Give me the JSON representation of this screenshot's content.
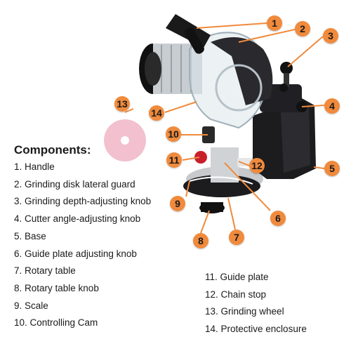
{
  "diagram": {
    "heading": "Components:",
    "callouts": [
      "1",
      "2",
      "3",
      "4",
      "5",
      "6",
      "7",
      "8",
      "9",
      "10",
      "11",
      "12",
      "13",
      "14"
    ],
    "components_left": [
      "1. Handle",
      "2. Grinding disk lateral guard",
      "3. Grinding depth-adjusting knob",
      "4. Cutter angle-adjusting knob",
      "5. Base",
      "6. Guide plate adjusting knob",
      "7. Rotary table",
      "8. Rotary table knob",
      "9. Scale",
      "10. Controlling Cam"
    ],
    "components_right": [
      "11. Guide plate",
      "12. Chain stop",
      "13. Grinding wheel",
      "14. Protective enclosure"
    ],
    "colors": {
      "badge": "#f08a3c",
      "machine_body": "#1c1c1e",
      "grinding_wheel": "#f2c0cf",
      "motor_housing": "#c8cdd2",
      "guide_knob": "#c8202a"
    }
  }
}
